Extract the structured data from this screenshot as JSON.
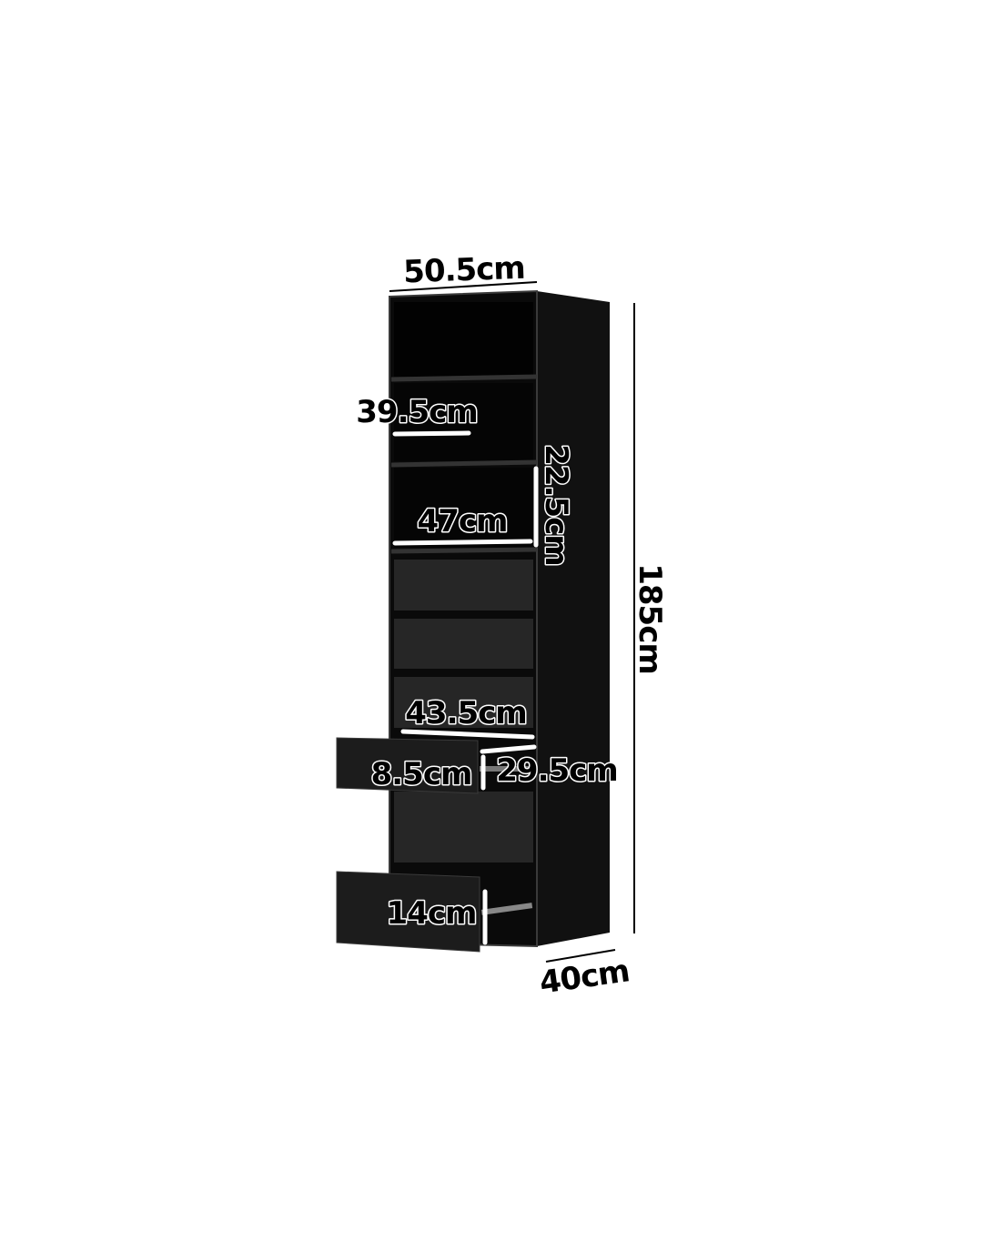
{
  "colors": {
    "cabinet_front": "#0a0a0a",
    "cabinet_side": "#111111",
    "drawer": "#262626",
    "frame_edge": "#3a3a3a",
    "background": "#ffffff"
  },
  "dimensions": {
    "overall_width": "50.5cm",
    "overall_height": "185cm",
    "overall_depth": "40cm",
    "shelf_depth": "39.5cm",
    "shelf_width": "47cm",
    "shelf_height": "22.5cm",
    "drawer_width": "43.5cm",
    "small_drawer_height": "8.5cm",
    "drawer_depth": "29.5cm",
    "large_drawer_height": "14cm"
  }
}
